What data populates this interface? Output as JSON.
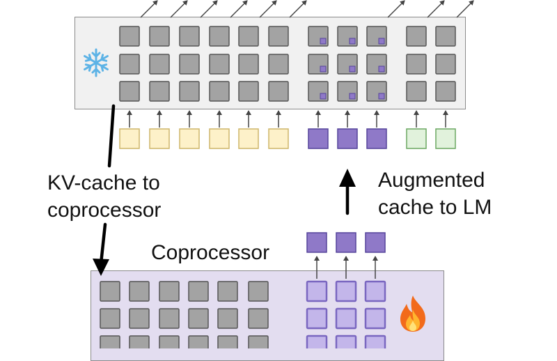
{
  "labels": {
    "kv_cache": [
      "KV-cache to",
      "coprocessor"
    ],
    "augmented": [
      "Augmented",
      "cache to LM"
    ],
    "coprocessor": "Coprocessor"
  },
  "icons": {
    "frozen": "snowflake-icon",
    "trainable": "fire-icon"
  },
  "colors": {
    "cell_gray": "#a3a3a3",
    "cell_gray_border": "#555555",
    "input_yellow": "#fdf1c9",
    "input_yellow_border": "#cdb56a",
    "latent_purple": "#8f79c8",
    "latent_purple_border": "#55449a",
    "output_green": "#e1f2dc",
    "output_green_border": "#6aa760",
    "coproc_cell": "#c3b6ea",
    "coproc_cell_border": "#7a67c0",
    "snowflake": "#5db3e6"
  }
}
